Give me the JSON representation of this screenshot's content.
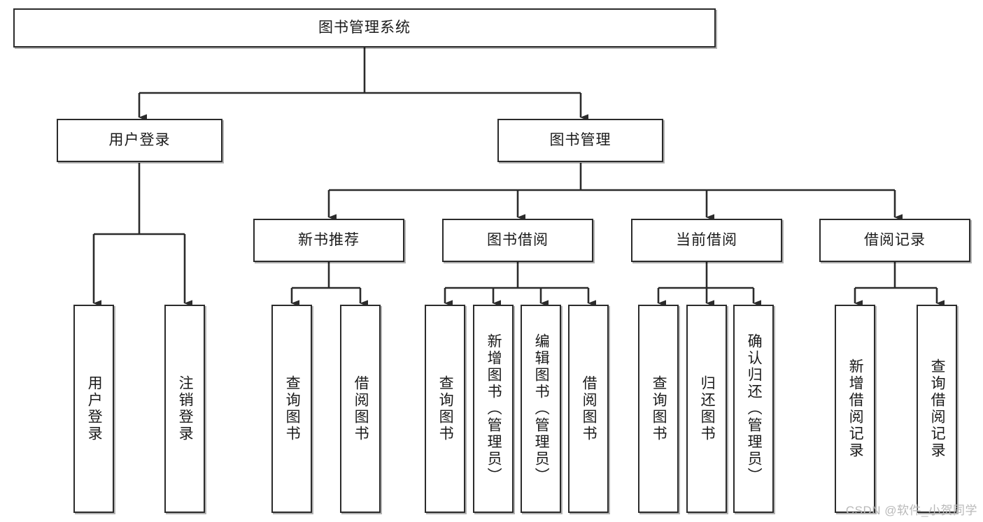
{
  "diagram": {
    "title": "图书管理系统",
    "type": "tree-hierarchy",
    "orientation": "top-down",
    "root": {
      "id": "root",
      "label": "图书管理系统",
      "text_orientation": "horizontal"
    },
    "level2": [
      {
        "id": "user-login",
        "label": "用户登录",
        "text_orientation": "horizontal"
      },
      {
        "id": "book-manage",
        "label": "图书管理",
        "text_orientation": "horizontal"
      }
    ],
    "level3": [
      {
        "id": "new-book-rec",
        "label": "新书推荐",
        "parent": "book-manage",
        "text_orientation": "horizontal"
      },
      {
        "id": "book-borrow",
        "label": "图书借阅",
        "parent": "book-manage",
        "text_orientation": "horizontal"
      },
      {
        "id": "current-borrow",
        "label": "当前借阅",
        "parent": "book-manage",
        "text_orientation": "horizontal"
      },
      {
        "id": "borrow-record",
        "label": "借阅记录",
        "parent": "book-manage",
        "text_orientation": "horizontal"
      }
    ],
    "leaves": [
      {
        "id": "leaf-user-login",
        "label": "用户登录",
        "parent": "user-login",
        "text_orientation": "vertical"
      },
      {
        "id": "leaf-user-logout",
        "label": "注销登录",
        "parent": "user-login",
        "text_orientation": "vertical"
      },
      {
        "id": "leaf-query-book-1",
        "label": "查询图书",
        "parent": "new-book-rec",
        "text_orientation": "vertical"
      },
      {
        "id": "leaf-borrow-book-1",
        "label": "借阅图书",
        "parent": "new-book-rec",
        "text_orientation": "vertical"
      },
      {
        "id": "leaf-query-book-2",
        "label": "查询图书",
        "parent": "book-borrow",
        "text_orientation": "vertical"
      },
      {
        "id": "leaf-add-book",
        "label": "新增图书（管理员）",
        "parent": "book-borrow",
        "text_orientation": "vertical"
      },
      {
        "id": "leaf-edit-book",
        "label": "编辑图书（管理员）",
        "parent": "book-borrow",
        "text_orientation": "vertical"
      },
      {
        "id": "leaf-borrow-book-2",
        "label": "借阅图书",
        "parent": "book-borrow",
        "text_orientation": "vertical"
      },
      {
        "id": "leaf-query-book-3",
        "label": "查询图书",
        "parent": "current-borrow",
        "text_orientation": "vertical"
      },
      {
        "id": "leaf-return-book",
        "label": "归还图书",
        "parent": "current-borrow",
        "text_orientation": "vertical"
      },
      {
        "id": "leaf-confirm-return",
        "label": "确认归还（管理员）",
        "parent": "current-borrow",
        "text_orientation": "vertical"
      },
      {
        "id": "leaf-add-record",
        "label": "新增借阅记录",
        "parent": "borrow-record",
        "text_orientation": "vertical"
      },
      {
        "id": "leaf-query-record",
        "label": "查询借阅记录",
        "parent": "borrow-record",
        "text_orientation": "vertical"
      }
    ]
  },
  "watermark": {
    "text": "CSDN @软件_小贺同学"
  },
  "colors": {
    "stroke": "#2b2b2b",
    "fill": "#ffffff",
    "text": "#1a1a1a",
    "watermark": "#b9b9b9"
  }
}
